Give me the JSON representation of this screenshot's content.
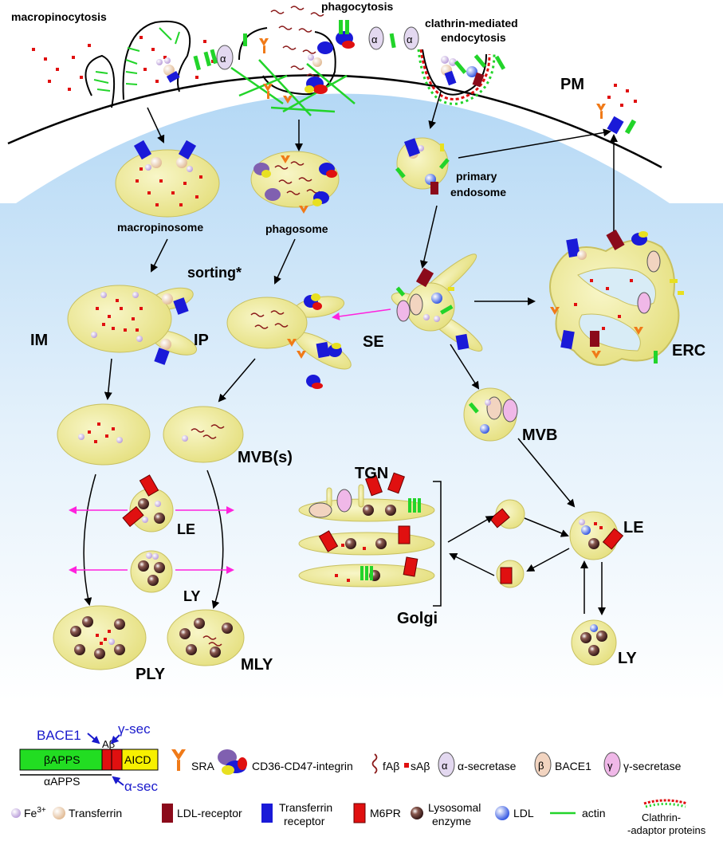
{
  "labels": {
    "macropinocytosis": "macropinocytosis",
    "phagocytosis": "phagocytosis",
    "clathrin_1": "clathrin-mediated",
    "clathrin_2": "endocytosis",
    "pm": "PM",
    "macropinosome": "macropinosome",
    "phagosome": "phagosome",
    "primary_1": "primary",
    "primary_2": "endosome",
    "sorting": "sorting*",
    "im": "IM",
    "ip": "IP",
    "se": "SE",
    "erc": "ERC",
    "mvb": "MVB",
    "mvbs": "MVB(s)",
    "tgn": "TGN",
    "golgi": "Golgi",
    "le_left": "LE",
    "ly_left": "LY",
    "le_right": "LE",
    "ly_right": "LY",
    "ply": "PLY",
    "mly": "MLY"
  },
  "app_diagram": {
    "bace1": "BACE1",
    "abeta": "Aβ",
    "gsec": "γ-sec",
    "betaapps": "βAPPS",
    "aicd": "AICD",
    "alphaapps": "αAPPS",
    "asec": "α-sec"
  },
  "legend": {
    "sra": "SRA",
    "cd36": "CD36-CD47-integrin",
    "fab": "fAβ",
    "sab": "sAβ",
    "a_sec": "α-secretase",
    "bace1": "BACE1",
    "g_sec": "γ-secretase",
    "fe3": "Fe",
    "fe3_sup": "3+",
    "transferrin": "Transferrin",
    "ldlr": "LDL-receptor",
    "tfr_1": "Transferrin",
    "tfr_2": "receptor",
    "m6pr": "M6PR",
    "lyso_1": "Lysosomal",
    "lyso_2": "enzyme",
    "ldl": "LDL",
    "actin": "actin",
    "clathrin_1": "Clathrin-",
    "clathrin_2": "-adaptor proteins",
    "glyph_alpha": "α",
    "glyph_beta": "β",
    "glyph_gamma": "γ"
  },
  "colors": {
    "vesicle": "#eeea9a",
    "cytoplasm": "#c8e2f6",
    "sab": "#e01010",
    "receptor": "#1a1ad8",
    "ldl_receptor": "#8b0a1a",
    "actin": "#22d42a",
    "sra": "#f07a18",
    "arrow_magenta": "#ff22dd",
    "label_blue": "#1a1acc"
  }
}
